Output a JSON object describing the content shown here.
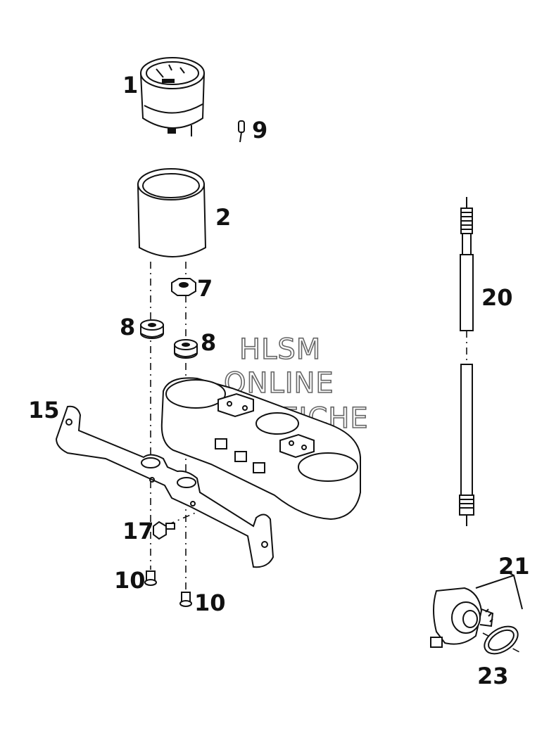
{
  "watermark": {
    "line1": "HLSM",
    "line2": "ONLINE",
    "line3": "MICROFICHE"
  },
  "parts": [
    {
      "id": "p1",
      "label": "1",
      "icon": "speedometer-icon"
    },
    {
      "id": "p2",
      "label": "2",
      "icon": "rubber-sleeve-icon"
    },
    {
      "id": "p7",
      "label": "7",
      "icon": "nut-icon"
    },
    {
      "id": "p8a",
      "label": "8",
      "icon": "grommet-icon"
    },
    {
      "id": "p8b",
      "label": "8",
      "icon": "grommet-icon"
    },
    {
      "id": "p9",
      "label": "9",
      "icon": "bulb-icon"
    },
    {
      "id": "p10a",
      "label": "10",
      "icon": "screw-icon"
    },
    {
      "id": "p10b",
      "label": "10",
      "icon": "screw-icon"
    },
    {
      "id": "p15",
      "label": "15",
      "icon": "bracket-icon"
    },
    {
      "id": "p17",
      "label": "17",
      "icon": "bolt-icon"
    },
    {
      "id": "p20",
      "label": "20",
      "icon": "speedometer-cable-icon"
    },
    {
      "id": "p21",
      "label": "21",
      "icon": "speedometer-drive-icon"
    },
    {
      "id": "p23",
      "label": "23",
      "icon": "retaining-ring-icon"
    }
  ]
}
